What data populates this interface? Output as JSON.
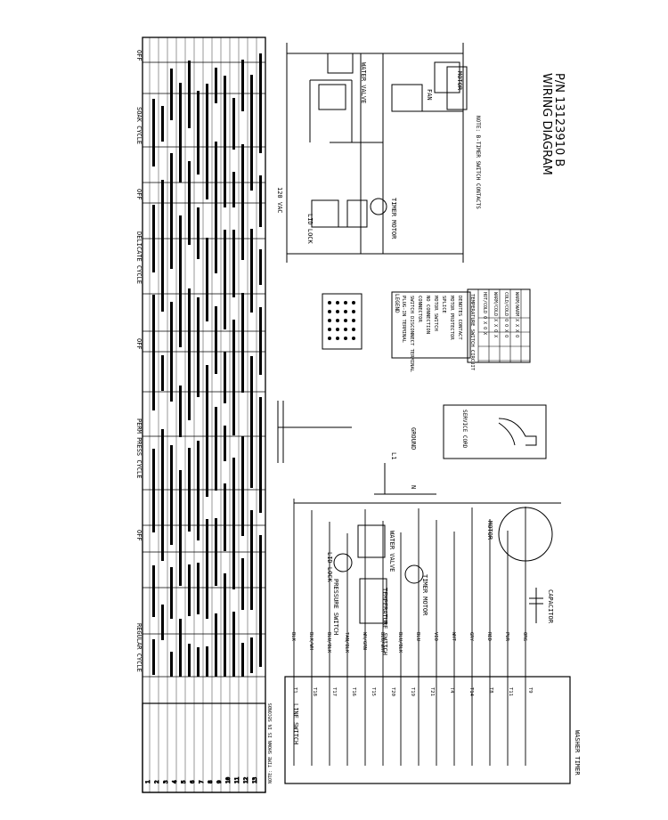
{
  "header": {
    "title_line1": "WIRING DIAGRAM",
    "title_line2": "P/N 13123910 B"
  },
  "timer_chart": {
    "cycles": [
      "REGULAR CYCLE",
      "PERM PRESS CYCLE",
      "DELICATE CYCLE",
      "SOAK CYCLE"
    ],
    "off_label": "OFF",
    "rows": [
      "1",
      "2",
      "3",
      "4",
      "5",
      "6",
      "7",
      "8",
      "9",
      "10",
      "11",
      "12",
      "13"
    ],
    "note": "NOTE: TIME SHOWN IS IN SECONDS"
  },
  "schematic": {
    "voltage": "120 VAC",
    "lid_lock": "LID LOCK",
    "timer_motor": "TIMER MOTOR",
    "water_valve": "WATER VALVE",
    "motor": "MOTOR",
    "fan": "FAN",
    "note": "NOTE: B-TIMER SWITCH CONTACTS"
  },
  "wiring": {
    "line_switch": "LINE SWITCH",
    "pressure_switch": "PRESSURE SWITCH",
    "temp_switch": "TEMPERATURE SWITCH",
    "lid_lock": "LID LOCK",
    "water_valve": "WATER VALVE",
    "timer_motor": "TIMER MOTOR",
    "motor": "MOTOR",
    "capacitor": "CAPACITOR",
    "washer_timer": "WASHER TIMER",
    "service_cord": "SERVICE CORD",
    "l1": "L1",
    "n": "N",
    "ground": "GROUND",
    "wire_colors": [
      "BLK",
      "BLK/WH",
      "BLU/BLK",
      "TAN/BLK",
      "WH/GRN",
      "BLU/WHT",
      "BLU/BLK",
      "BLU",
      "VIO",
      "WHT",
      "GRY",
      "RED",
      "PUR",
      "ORG"
    ],
    "terminals": [
      "T1",
      "T18",
      "T17",
      "T16",
      "T15",
      "T20",
      "T19",
      "T21",
      "T4",
      "T14",
      "T8",
      "T11",
      "T9"
    ]
  },
  "legend": {
    "title": "LEGEND",
    "items": [
      "PLUG-IN TERMINAL",
      "SWITCH DISCONNECT TERMINAL",
      "CONNECTOR",
      "NO CONNECTION",
      "MOTOR SWITCH",
      "SPLICE",
      "MOTOR PROTECTOR",
      "DENOTES CONTACT"
    ]
  },
  "temp_table": {
    "title": "TEMPERATURE SWITCH CIRCUIT",
    "headers": [
      "",
      "1",
      "2",
      "3",
      "4"
    ],
    "rows": [
      [
        "HOT/COLD",
        "O",
        "X",
        "O",
        "X"
      ],
      [
        "WARM/COLD",
        "X",
        "X",
        "O",
        "X"
      ],
      [
        "COLD/COLD",
        "O",
        "O",
        "X",
        "O"
      ],
      [
        "WARM/WARM",
        "X",
        "X",
        "X",
        "O"
      ]
    ]
  }
}
